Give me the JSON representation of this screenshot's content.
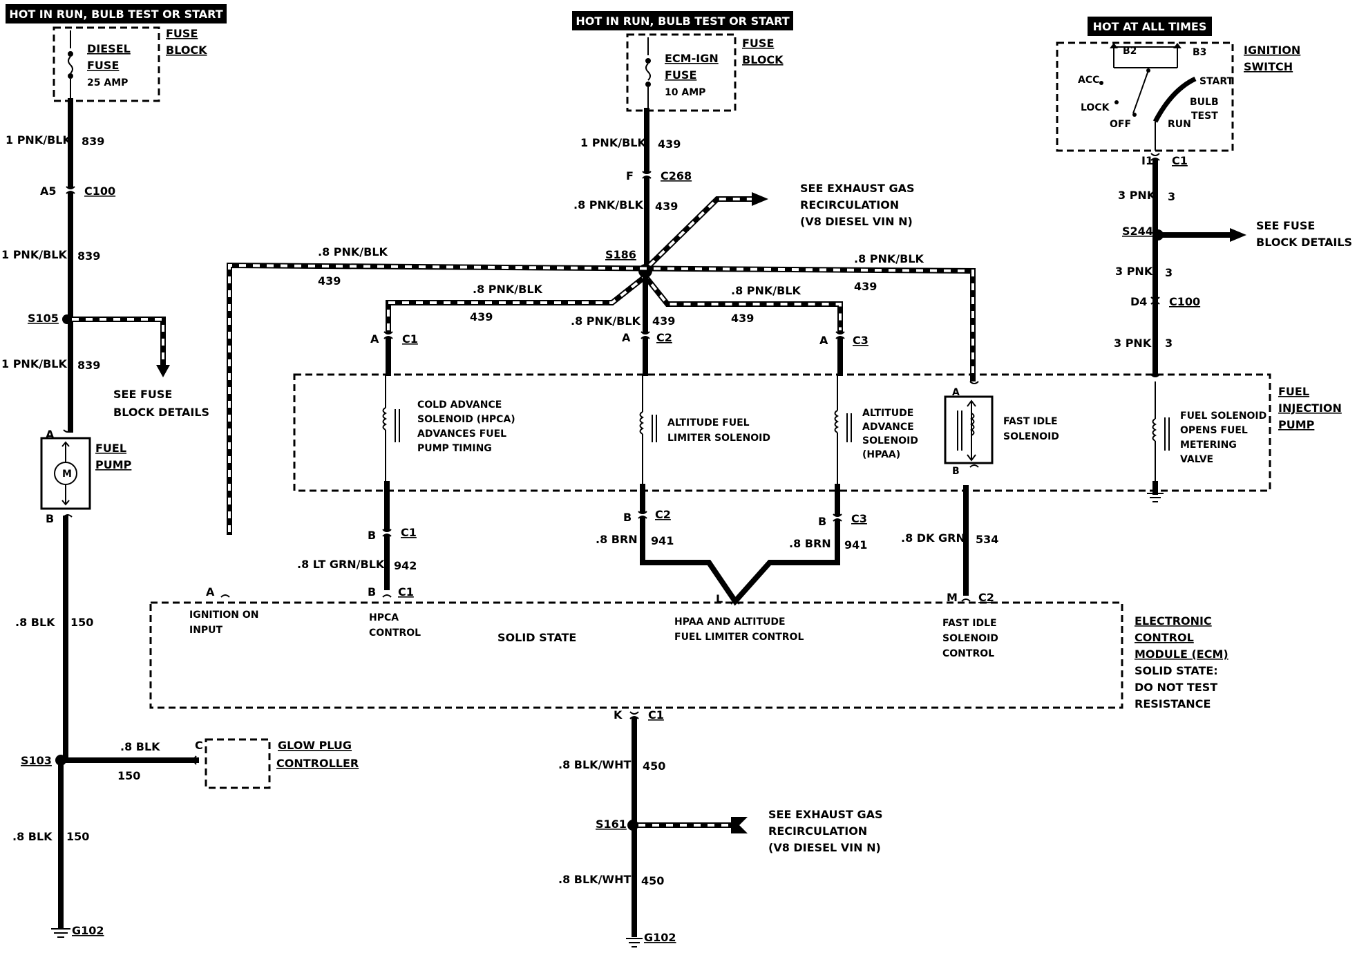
{
  "headers": {
    "left": "HOT IN RUN, BULB TEST OR START",
    "center": "HOT IN RUN, BULB TEST OR START",
    "right": "HOT AT ALL TIMES"
  },
  "diesel_fuse": {
    "name1": "DIESEL",
    "name2": "FUSE",
    "rating": "25 AMP",
    "block1": "FUSE",
    "block2": "BLOCK"
  },
  "ecm_fuse": {
    "name1": "ECM-IGN",
    "name2": "FUSE",
    "rating": "10 AMP",
    "block1": "FUSE",
    "block2": "BLOCK"
  },
  "ignition_switch": {
    "title1": "IGNITION",
    "title2": "SWITCH",
    "b2": "B2",
    "b3": "B3",
    "acc": "ACC",
    "lock": "LOCK",
    "off": "OFF",
    "run": "RUN",
    "start": "START",
    "bulb": "BULB",
    "test": "TEST"
  },
  "left_circuit": {
    "w1": "1 PNK/BLK",
    "c1": "839",
    "a5": "A5",
    "c100": "C100",
    "w2": "1 PNK/BLK",
    "c2": "839",
    "s105": "S105",
    "w3": "1 PNK/BLK",
    "c3": "839",
    "see1": "SEE FUSE",
    "see2": "BLOCK DETAILS",
    "pump_a": "A",
    "pump_b": "B",
    "pump1": "FUEL",
    "pump2": "PUMP",
    "motor": "M",
    "w4": ".8 BLK",
    "c4": "150",
    "s103": "S103",
    "w5": ".8 BLK",
    "c5": "150",
    "glow_c": "C",
    "glow1": "GLOW PLUG",
    "glow2": "CONTROLLER",
    "w6": ".8 BLK",
    "c6": "150",
    "g102": "G102"
  },
  "center_circuit": {
    "w1": "1 PNK/BLK",
    "c1": "439",
    "f": "F",
    "c268": "C268",
    "w2": ".8 PNK/BLK",
    "c2": "439",
    "egr1": "SEE EXHAUST GAS",
    "egr2": "RECIRCULATION",
    "egr3": "(V8 DIESEL VIN N)",
    "s186": "S186",
    "lw": ".8 PNK/BLK",
    "lc": "439",
    "rw": ".8 PNK/BLK",
    "rc": "439",
    "b1w": ".8 PNK/BLK",
    "b1c": "439",
    "b2w": ".8 PNK/BLK",
    "b2c": "439",
    "b3w": ".8 PNK/BLK",
    "b3c": "439",
    "a1": "A",
    "cc1": "C1",
    "a2": "A",
    "cc2": "C2",
    "a3": "A",
    "cc3": "C3"
  },
  "right_circuit": {
    "i1": "I1",
    "c1": "C1",
    "w1": "3 PNK",
    "n1": "3",
    "s244": "S244",
    "see1": "SEE FUSE",
    "see2": "BLOCK DETAILS",
    "w2": "3 PNK",
    "n2": "3",
    "d4": "D4",
    "c100": "C100",
    "w3": "3 PNK",
    "n3": "3"
  },
  "pump_box": {
    "title1": "FUEL",
    "title2": "INJECTION",
    "title3": "PUMP",
    "hpca": [
      "COLD ADVANCE",
      "SOLENOID (HPCA)",
      "ADVANCES FUEL",
      "PUMP TIMING"
    ],
    "alt": [
      "ALTITUDE FUEL",
      "LIMITER SOLENOID"
    ],
    "hpaa": [
      "ALTITUDE",
      "ADVANCE",
      "SOLENOID",
      "(HPAA)"
    ],
    "fast": [
      "FAST IDLE",
      "SOLENOID"
    ],
    "fsol": [
      "FUEL SOLENOID",
      "OPENS FUEL",
      "METERING",
      "VALVE"
    ],
    "fa": "A",
    "fb": "B"
  },
  "lower_wires": {
    "b1": "B",
    "c1": "C1",
    "w1": ".8 LT GRN/BLK",
    "n1": "942",
    "b2": "B",
    "c2": "C2",
    "w2": ".8 BRN",
    "n2": "941",
    "b3": "B",
    "c3": "C3",
    "w3": ".8 BRN",
    "n3": "941",
    "w4": ".8 DK GRN",
    "n4": "534"
  },
  "ecm": {
    "pa": "A",
    "pb": "B",
    "pbc": "C1",
    "pl": "L",
    "pm": "M",
    "pmc": "C2",
    "ign1": "IGNITION ON",
    "ign2": "INPUT",
    "hpca1": "HPCA",
    "hpca2": "CONTROL",
    "solid": "SOLID STATE",
    "hpaa1": "HPAA AND ALTITUDE",
    "hpaa2": "FUEL LIMITER CONTROL",
    "fast1": "FAST IDLE",
    "fast2": "SOLENOID",
    "fast3": "CONTROL",
    "t1": "ELECTRONIC",
    "t2": "CONTROL",
    "t3": "MODULE (ECM)",
    "t4": "SOLID STATE:",
    "t5": "DO NOT TEST",
    "t6": "RESISTANCE"
  },
  "bottom_circuit": {
    "k": "K",
    "c1": "C1",
    "w1": ".8 BLK/WHT",
    "n1": "450",
    "s161": "S161",
    "egr1": "SEE EXHAUST GAS",
    "egr2": "RECIRCULATION",
    "egr3": "(V8 DIESEL VIN N)",
    "w2": ".8 BLK/WHT",
    "n2": "450",
    "g102": "G102"
  }
}
